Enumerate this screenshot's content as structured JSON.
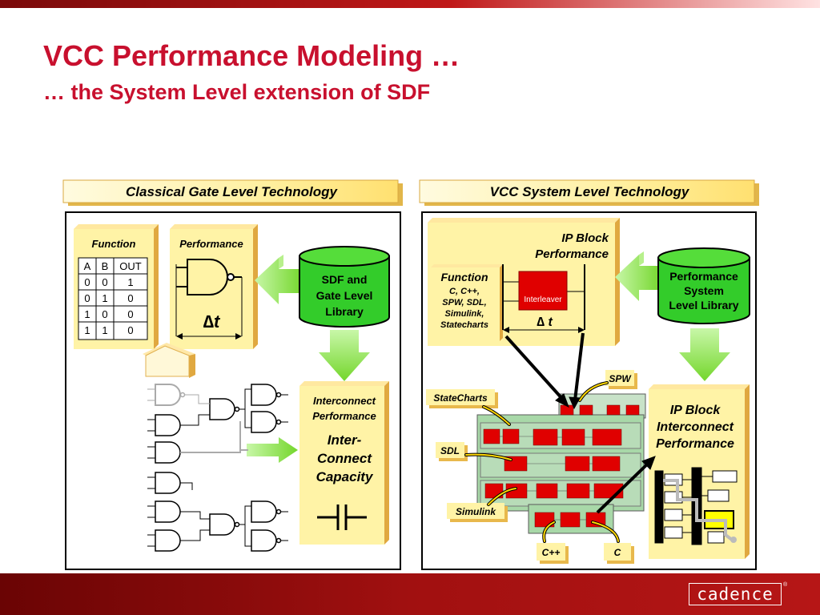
{
  "slide": {
    "title": "VCC Performance Modeling …",
    "subtitle": "… the System Level extension of SDF"
  },
  "left_panel": {
    "header": "Classical Gate Level Technology",
    "function_label": "Function",
    "truth_table": {
      "headers": [
        "A",
        "B",
        "OUT"
      ],
      "rows": [
        [
          "0",
          "0",
          "1"
        ],
        [
          "0",
          "1",
          "0"
        ],
        [
          "1",
          "0",
          "0"
        ],
        [
          "1",
          "1",
          "0"
        ]
      ]
    },
    "performance_label": "Performance",
    "delay_label": "∆t",
    "library_line1": "SDF and",
    "library_line2": "Gate Level",
    "library_line3": "Library",
    "interconnect_line1": "Interconnect",
    "interconnect_line2": "Performance",
    "capacity_line1": "Inter-",
    "capacity_line2": "Connect",
    "capacity_line3": "Capacity"
  },
  "right_panel": {
    "header": "VCC System Level Technology",
    "ip_perf_line1": "IP Block",
    "ip_perf_line2": "Performance",
    "function_label": "Function",
    "function_langs": [
      "C, C++,",
      "SPW, SDL,",
      "Simulink,",
      "Statecharts"
    ],
    "interleaver_label": "Interleaver",
    "delay_label": "∆ t",
    "library_line1": "Performance",
    "library_line2": "System",
    "library_line3": "Level Library",
    "callouts": {
      "spw": "SPW",
      "statecharts": "StateCharts",
      "sdl": "SDL",
      "simulink": "Simulink",
      "cpp": "C++",
      "c": "C"
    },
    "ip_interconnect_line1": "IP Block",
    "ip_interconnect_line2": "Interconnect",
    "ip_interconnect_line3": "Performance"
  },
  "logo": {
    "text": "cadence",
    "trademark": "®"
  },
  "colors": {
    "title_red": "#c8102e",
    "box_yellow": "#fff3a6",
    "box_shadow": "#e4b84c",
    "arrow_green": "#8ae63a",
    "cylinder_green": "#33cc2a",
    "block_red": "#e00000"
  }
}
